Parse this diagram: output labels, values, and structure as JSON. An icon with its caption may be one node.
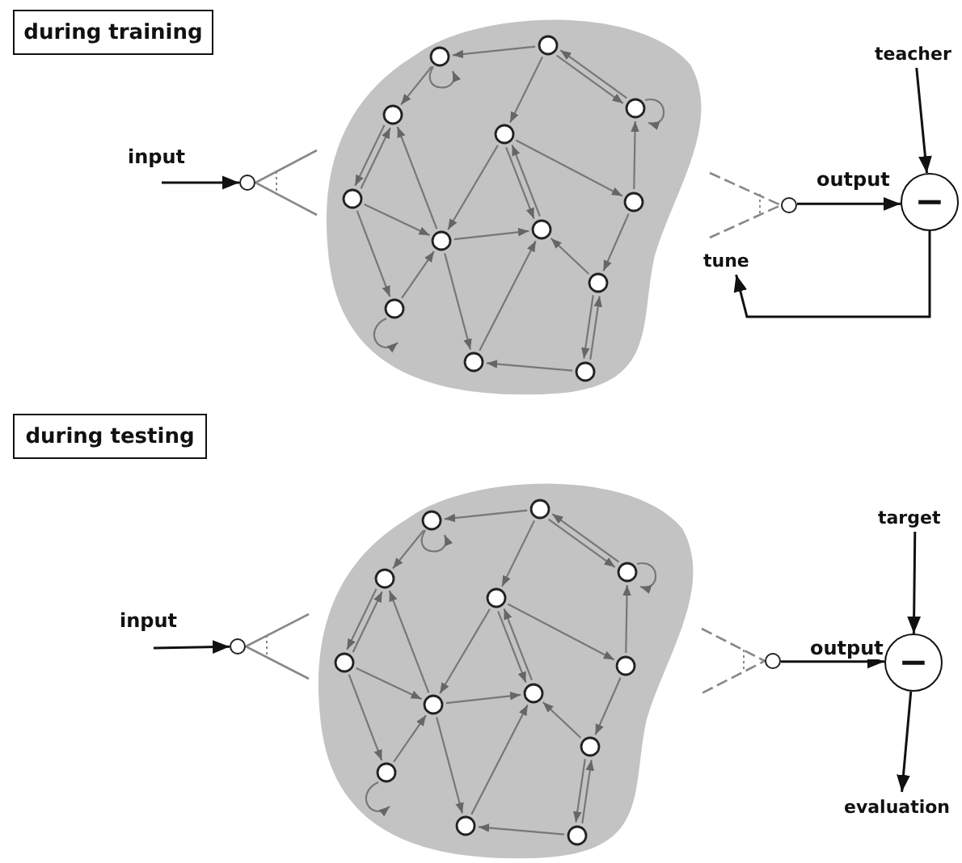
{
  "diagram": {
    "nodes": [
      {
        "text": [
          "during training"
        ]
      },
      {
        "text": [],
        "shape": "circle"
      },
      {
        "text": [],
        "shape": "cloud"
      },
      {
        "text": [],
        "shape": "circle"
      },
      {
        "text": [
          "teacher"
        ]
      },
      {
        "text": [
          "−"
        ]
      },
      {
        "text": [
          "tune"
        ]
      },
      {
        "text": [
          "during testing"
        ]
      },
      {
        "text": [],
        "shape": "circle"
      },
      {
        "text": [],
        "shape": "cloud"
      },
      {
        "text": [],
        "shape": "circle"
      },
      {
        "text": [
          "target"
        ]
      },
      {
        "text": [
          "−"
        ]
      },
      {
        "text": [
          "evaluation"
        ]
      }
    ],
    "edges": [
      {
        "from": null,
        "to": 1,
        "arrow": "to",
        "label": "input"
      },
      {
        "from": 1,
        "to": 2,
        "arrow": "none",
        "color": "#888888"
      },
      {
        "from": 2,
        "to": 3,
        "arrow": "none",
        "style": "dashed",
        "color": "#888888"
      },
      {
        "from": 3,
        "to": 5,
        "arrow": "to",
        "label": "output"
      },
      {
        "from": 4,
        "to": 5,
        "arrow": "to"
      },
      {
        "from": 5,
        "to": 6,
        "arrow": "to"
      },
      {
        "from": null,
        "to": 8,
        "arrow": "to",
        "label": "input"
      },
      {
        "from": 8,
        "to": 9,
        "arrow": "none",
        "color": "#888888"
      },
      {
        "from": 9,
        "to": 10,
        "arrow": "none",
        "style": "dashed",
        "color": "#888888"
      },
      {
        "from": 10,
        "to": 12,
        "arrow": "to",
        "label": "output"
      },
      {
        "from": 11,
        "to": 12,
        "arrow": "to"
      },
      {
        "from": 12,
        "to": 13,
        "arrow": "to"
      }
    ]
  }
}
